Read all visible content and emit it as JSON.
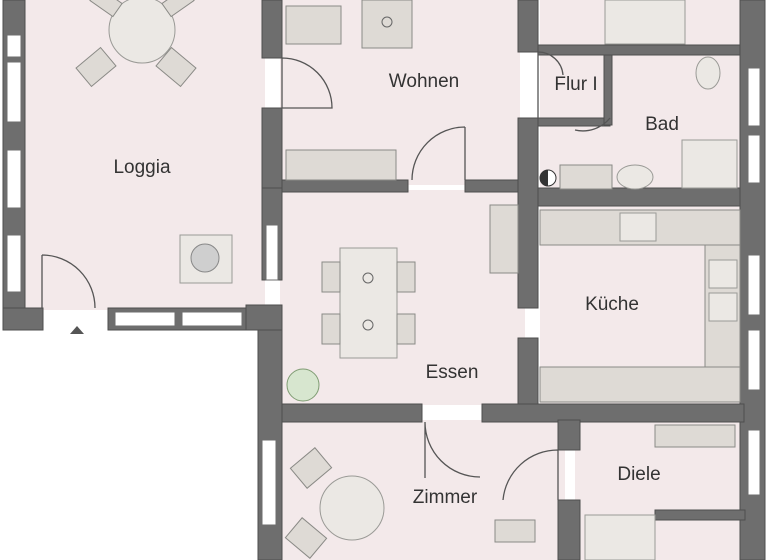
{
  "plan": {
    "rooms": {
      "loggia": "Loggia",
      "wohnen": "Wohnen",
      "flur": "Flur I",
      "bad": "Bad",
      "kueche": "Küche",
      "essen": "Essen",
      "zimmer": "Zimmer",
      "diele": "Diele"
    },
    "colors": {
      "floor": "#f3e9ea",
      "wall": "#6e6e6e",
      "furniture": "#dedad5"
    }
  }
}
